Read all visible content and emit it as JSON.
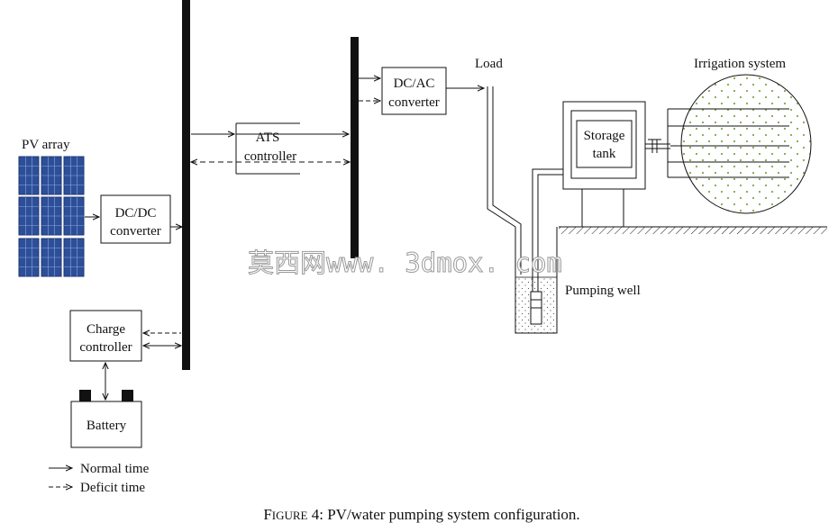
{
  "diagram": {
    "pv_array": "PV array",
    "dcdc": [
      "DC/DC",
      "converter"
    ],
    "ats": [
      "ATS",
      "controller"
    ],
    "dcac": [
      "DC/AC",
      "converter"
    ],
    "charge": [
      "Charge",
      "controller"
    ],
    "battery": "Battery",
    "load": "Load",
    "storage": [
      "Storage",
      "tank"
    ],
    "irrigation": "Irrigation system",
    "well": "Pumping well",
    "legend_normal": "Normal time",
    "legend_deficit": "Deficit time",
    "caption_prefix": "F",
    "caption_smallcaps": "IGURE",
    "caption_rest": " 4: PV/water pumping system configuration.",
    "watermark": "莫西网www. 3dmox. com"
  },
  "colors": {
    "line": "#111111",
    "panel_blue": "#2d4f9a",
    "panel_dark": "#1f3570",
    "irrigation_dots": "#7fa84a",
    "water_dots": "#555555"
  }
}
